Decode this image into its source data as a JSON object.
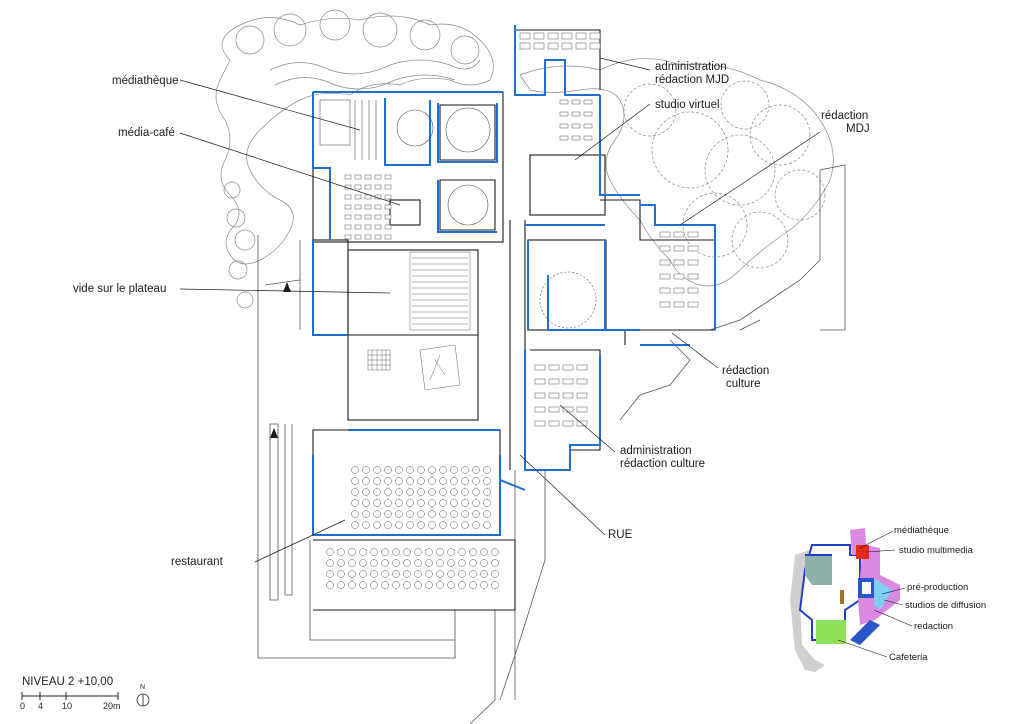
{
  "plan": {
    "level_label": "NIVEAU 2 +10,00",
    "north_label": "N",
    "scale_ticks": [
      "0",
      "4",
      "10",
      "20m"
    ]
  },
  "labels": {
    "mediatheque": "médiathèque",
    "media_cafe": "média-café",
    "vide_plateau": "vide sur le plateau",
    "restaurant": "restaurant",
    "admin_mjd_1": "administration",
    "admin_mjd_2": "rédaction MJD",
    "studio_virtuel": "studio virtuel",
    "redaction_mdj_1": "rédaction",
    "redaction_mdj_2": "MDJ",
    "redaction_culture_1": "rédaction",
    "redaction_culture_2": "culture",
    "admin_culture_1": "administration",
    "admin_culture_2": "rédaction culture",
    "rue": "RUE"
  },
  "legend": {
    "items": [
      {
        "label": "médiathèque",
        "color": "#5aa8d8"
      },
      {
        "label": "studio multimedia",
        "color": "#e02a1a"
      },
      {
        "label": "pré-production",
        "color": "#7fd0f0"
      },
      {
        "label": "studios de diffusion",
        "color": "#d98ae0"
      },
      {
        "label": "redaction",
        "color": "#2a55c8"
      },
      {
        "label": "Cafeteria",
        "color": "#8fe05a"
      }
    ]
  },
  "colors": {
    "wall_blue": "#1f6fd1",
    "line": "#1a1a1a",
    "tree": "#777777"
  }
}
